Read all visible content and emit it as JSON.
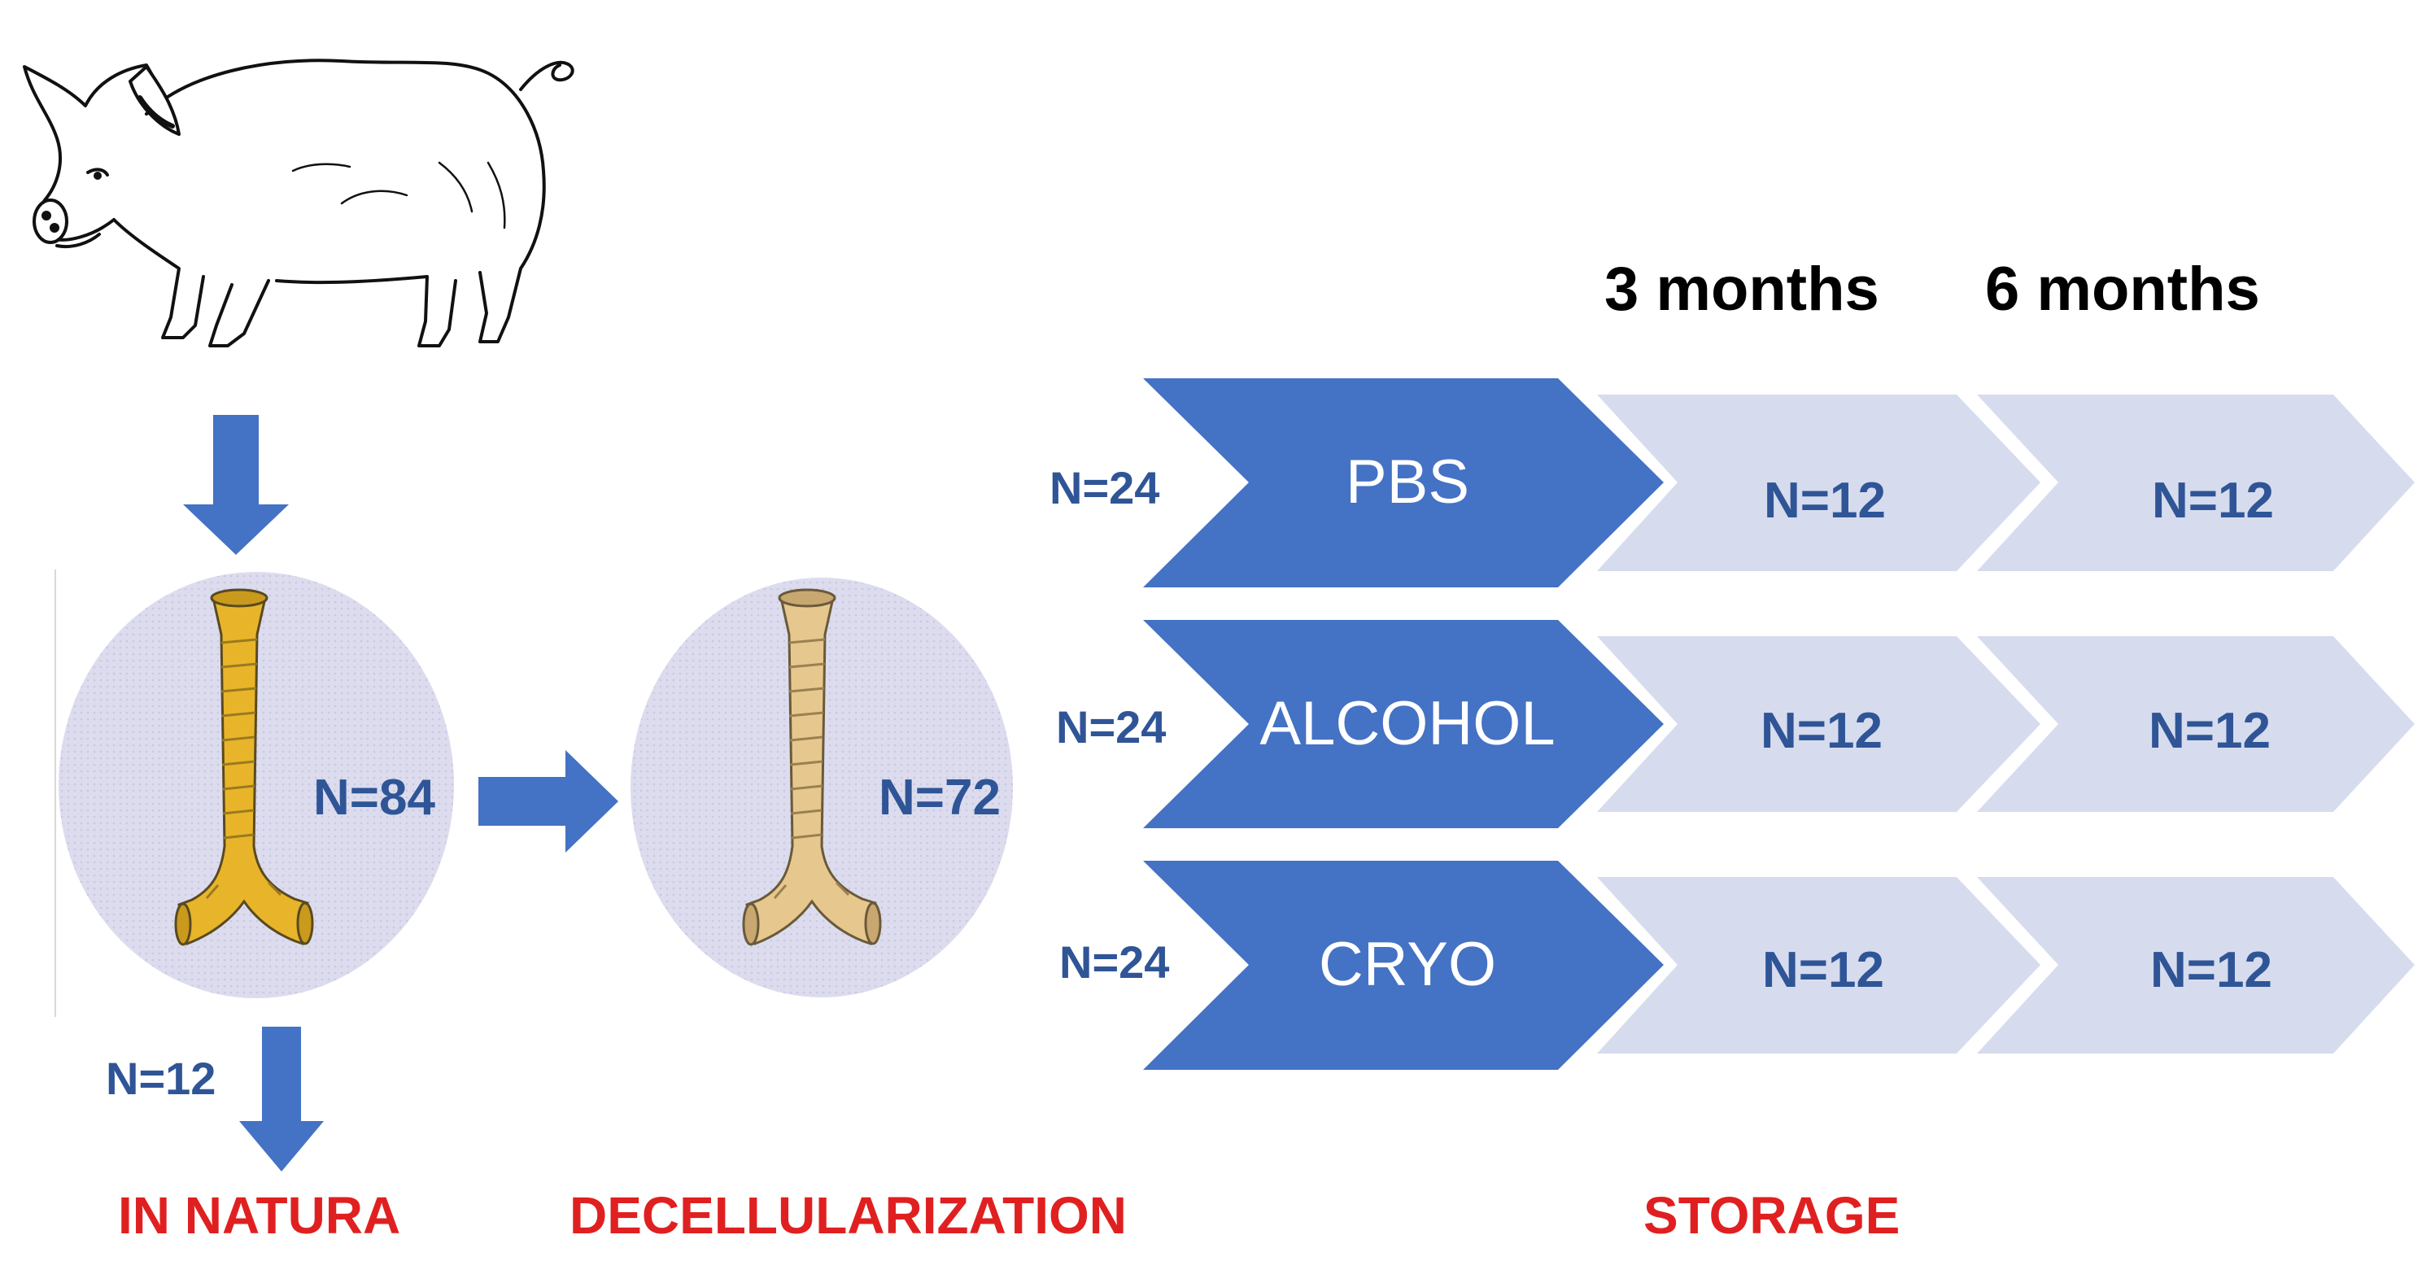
{
  "colors": {
    "arrow_blue": "#4472c4",
    "chevron_dark": "#4472c4",
    "chevron_light": "#d6dcee",
    "circle_fill": "#d9d9ec",
    "n_text": "#2f5597",
    "phase_text": "#e02020",
    "trachea_fresh": "#e8b52a",
    "trachea_decell": "#e6c88e"
  },
  "icons": {
    "pig": "pig-illustration",
    "trachea_fresh": "trachea-yellow-illustration",
    "trachea_decell": "trachea-beige-illustration"
  },
  "source": {
    "n_in_natura": "N=84",
    "n_in_natura_out": "N=12",
    "n_decell": "N=72"
  },
  "periods": [
    "3 months",
    "6 months"
  ],
  "storage_groups": [
    {
      "n": "N=24",
      "label": "PBS",
      "n_3m": "N=12",
      "n_6m": "N=12"
    },
    {
      "n": "N=24",
      "label": "ALCOHOL",
      "n_3m": "N=12",
      "n_6m": "N=12"
    },
    {
      "n": "N=24",
      "label": "CRYO",
      "n_3m": "N=12",
      "n_6m": "N=12"
    }
  ],
  "phases": {
    "in_natura": "IN NATURA",
    "decellularization": "DECELLULARIZATION",
    "storage": "STORAGE"
  }
}
